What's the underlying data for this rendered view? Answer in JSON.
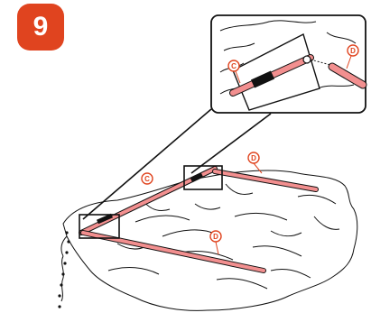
{
  "step": {
    "number": "9"
  },
  "labels": {
    "rod_c": "C",
    "rod_d": "D"
  },
  "colors": {
    "accent": "#e0441f",
    "rod_fill": "#f28f8f",
    "line": "#111111",
    "label_bg": "#ffffff"
  },
  "icons": {
    "magnifier": "zoom-callout",
    "connector": "ferrule-joint"
  }
}
